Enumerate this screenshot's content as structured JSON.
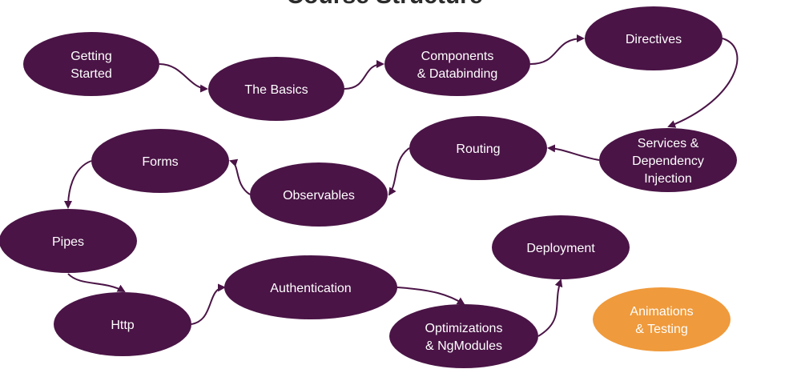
{
  "title": "Course Structure",
  "colors": {
    "node": "#4a1446",
    "highlight": "#ef9a3c",
    "text": "#ffffff",
    "arrow": "#4a1446"
  },
  "nodes": [
    {
      "id": "getting-started",
      "lines": [
        "Getting",
        "Started"
      ],
      "highlight": false
    },
    {
      "id": "the-basics",
      "lines": [
        "The Basics"
      ],
      "highlight": false
    },
    {
      "id": "components",
      "lines": [
        "Components",
        "& Databinding"
      ],
      "highlight": false
    },
    {
      "id": "directives",
      "lines": [
        "Directives"
      ],
      "highlight": false
    },
    {
      "id": "services",
      "lines": [
        "Services &",
        "Dependency",
        "Injection"
      ],
      "highlight": false
    },
    {
      "id": "routing",
      "lines": [
        "Routing"
      ],
      "highlight": false
    },
    {
      "id": "observables",
      "lines": [
        "Observables"
      ],
      "highlight": false
    },
    {
      "id": "forms",
      "lines": [
        "Forms"
      ],
      "highlight": false
    },
    {
      "id": "pipes",
      "lines": [
        "Pipes"
      ],
      "highlight": false
    },
    {
      "id": "http",
      "lines": [
        "Http"
      ],
      "highlight": false
    },
    {
      "id": "authentication",
      "lines": [
        "Authentication"
      ],
      "highlight": false
    },
    {
      "id": "optimizations",
      "lines": [
        "Optimizations",
        "& NgModules"
      ],
      "highlight": false
    },
    {
      "id": "deployment",
      "lines": [
        "Deployment"
      ],
      "highlight": false
    },
    {
      "id": "animations",
      "lines": [
        "Animations",
        "& Testing"
      ],
      "highlight": true
    }
  ],
  "edges": [
    [
      "getting-started",
      "the-basics"
    ],
    [
      "the-basics",
      "components"
    ],
    [
      "components",
      "directives"
    ],
    [
      "directives",
      "services"
    ],
    [
      "services",
      "routing"
    ],
    [
      "routing",
      "observables"
    ],
    [
      "observables",
      "forms"
    ],
    [
      "forms",
      "pipes"
    ],
    [
      "pipes",
      "http"
    ],
    [
      "http",
      "authentication"
    ],
    [
      "authentication",
      "optimizations"
    ],
    [
      "optimizations",
      "deployment"
    ]
  ]
}
